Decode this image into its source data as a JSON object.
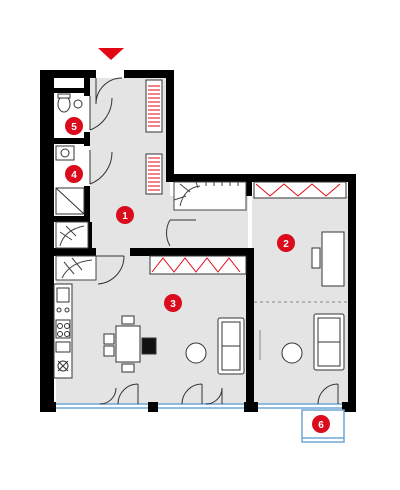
{
  "entrance_marker": {
    "icon": "entrance-arrow-icon",
    "color": "#e30613"
  },
  "rooms": [
    {
      "id": "hall",
      "number": "1"
    },
    {
      "id": "bedroom",
      "number": "2"
    },
    {
      "id": "living-kitchen",
      "number": "3"
    },
    {
      "id": "bathroom",
      "number": "4"
    },
    {
      "id": "wc",
      "number": "5"
    },
    {
      "id": "balcony",
      "number": "6"
    }
  ],
  "colors": {
    "wall": "#000000",
    "floor": "#e4e4e4",
    "label_fill": "#d90b1c",
    "label_text": "#ffffff",
    "wardrobe_pattern": "#e30613",
    "window": "#6ea5d6",
    "furniture_stroke": "#222222"
  }
}
